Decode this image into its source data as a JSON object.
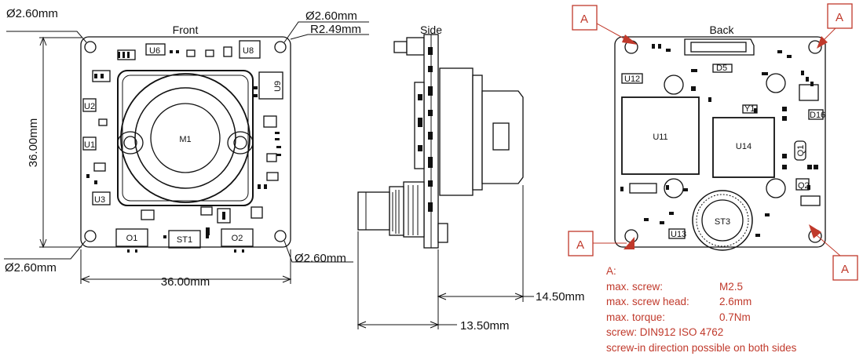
{
  "front": {
    "title": "Front",
    "dim_hole_tl": "Ø2.60mm",
    "dim_hole_tr": "Ø2.60mm",
    "dim_radius": "R2.49mm",
    "dim_hole_bl": "Ø2.60mm",
    "dim_hole_br": "Ø2.60mm",
    "dim_height": "36.00mm",
    "dim_width": "36.00mm",
    "lens": "M1",
    "components": [
      "U6",
      "U8",
      "U9",
      "U2",
      "U1",
      "U3",
      "O1",
      "ST1",
      "O2"
    ]
  },
  "side": {
    "title": "Side",
    "dim_depth_total": "14.50mm",
    "dim_depth_body": "13.50mm"
  },
  "back": {
    "title": "Back",
    "marker": "A",
    "components": [
      "U12",
      "U11",
      "U14",
      "ST3",
      "U13",
      "Q1",
      "Q2",
      "D5",
      "D16",
      "Y1"
    ]
  },
  "notes": {
    "heading": "A:",
    "lines": [
      {
        "label": "max. screw:",
        "value": "M2.5"
      },
      {
        "label": "max. screw head:",
        "value": "2.6mm"
      },
      {
        "label": "max. torque:",
        "value": "0.7Nm"
      }
    ],
    "screw": "screw: DIN912 ISO 4762",
    "direction": "screw-in direction possible on both sides"
  },
  "colors": {
    "accent": "#c0392b",
    "line": "#111111",
    "board": "#ffffff"
  }
}
